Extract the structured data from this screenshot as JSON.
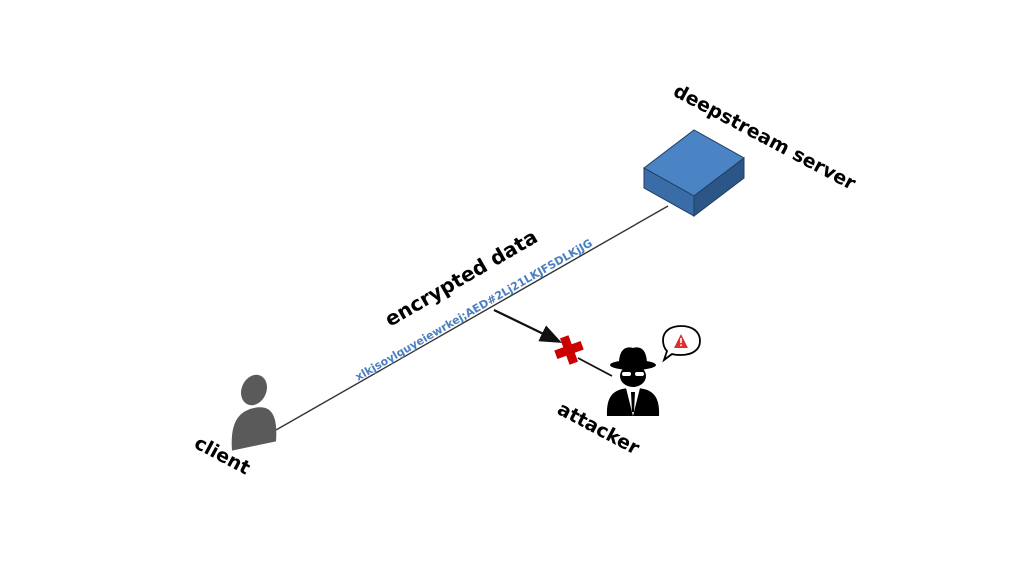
{
  "labels": {
    "server": "deepstream server",
    "encrypted": "encrypted data",
    "client": "client",
    "attacker": "attacker",
    "cipher": "xlkjsoylguyeiewrkej;AED#2Lj21LKJFSDLKjJG"
  },
  "icons": {
    "server": "server-cube-icon",
    "client": "person-icon",
    "attacker": "spy-icon",
    "blocked": "red-x-icon",
    "warning": "warning-speech-bubble-icon"
  },
  "colors": {
    "cube_top": "#4a84c4",
    "cube_left": "#3a6da8",
    "cube_right": "#2c5687",
    "cipher_text": "#4a7fc1",
    "blocked_x": "#cc0000",
    "warning_triangle": "#d93030",
    "client_figure": "#5a5a5a",
    "attacker_figure": "#000000"
  }
}
